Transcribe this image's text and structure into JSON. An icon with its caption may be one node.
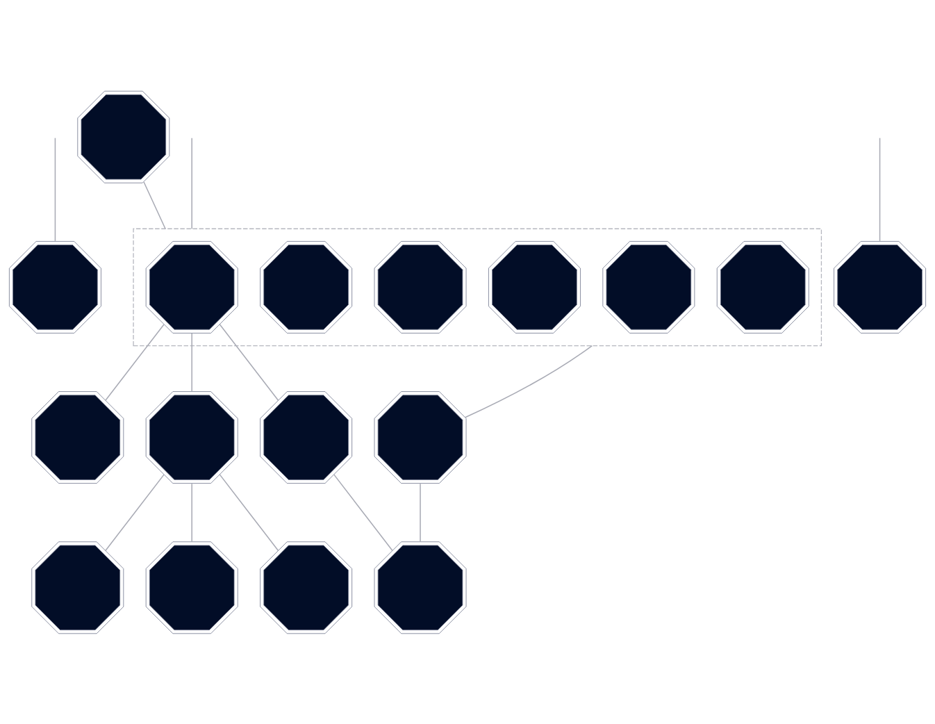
{
  "diagram": {
    "nodes": [
      {
        "text": [],
        "shape": "octagon"
      },
      {
        "text": [],
        "shape": "octagon"
      },
      {
        "text": [],
        "shape": "box"
      },
      {
        "text": [],
        "shape": "octagon",
        "in": 2
      },
      {
        "text": [],
        "shape": "octagon",
        "in": 2
      },
      {
        "text": [],
        "shape": "octagon",
        "in": 2
      },
      {
        "text": [],
        "shape": "octagon",
        "in": 2
      },
      {
        "text": [],
        "shape": "octagon",
        "in": 2
      },
      {
        "text": [],
        "shape": "octagon",
        "in": 2
      },
      {
        "text": [],
        "shape": "octagon"
      },
      {
        "text": [],
        "shape": "octagon"
      },
      {
        "text": [],
        "shape": "octagon"
      },
      {
        "text": [],
        "shape": "octagon"
      },
      {
        "text": [],
        "shape": "octagon"
      },
      {
        "text": [],
        "shape": "octagon"
      },
      {
        "text": [],
        "shape": "octagon"
      },
      {
        "text": [],
        "shape": "octagon"
      },
      {
        "text": [],
        "shape": "octagon"
      }
    ],
    "edges": [
      {
        "from": null,
        "to": 0,
        "arrow": "none"
      },
      {
        "from": null,
        "to": 2,
        "arrow": "none"
      },
      {
        "from": null,
        "to": 9,
        "arrow": "none"
      },
      {
        "from": 1,
        "to": 2,
        "arrow": "none"
      },
      {
        "from": 3,
        "to": 10,
        "arrow": "none"
      },
      {
        "from": 3,
        "to": 11,
        "arrow": "none"
      },
      {
        "from": 3,
        "to": 12,
        "arrow": "none"
      },
      {
        "from": 2,
        "to": 13,
        "arrow": "none"
      },
      {
        "from": 11,
        "to": 14,
        "arrow": "none"
      },
      {
        "from": 11,
        "to": 15,
        "arrow": "none"
      },
      {
        "from": 11,
        "to": 16,
        "arrow": "none"
      },
      {
        "from": 12,
        "to": 17,
        "arrow": "none"
      },
      {
        "from": 13,
        "to": 17,
        "arrow": "none"
      }
    ]
  }
}
